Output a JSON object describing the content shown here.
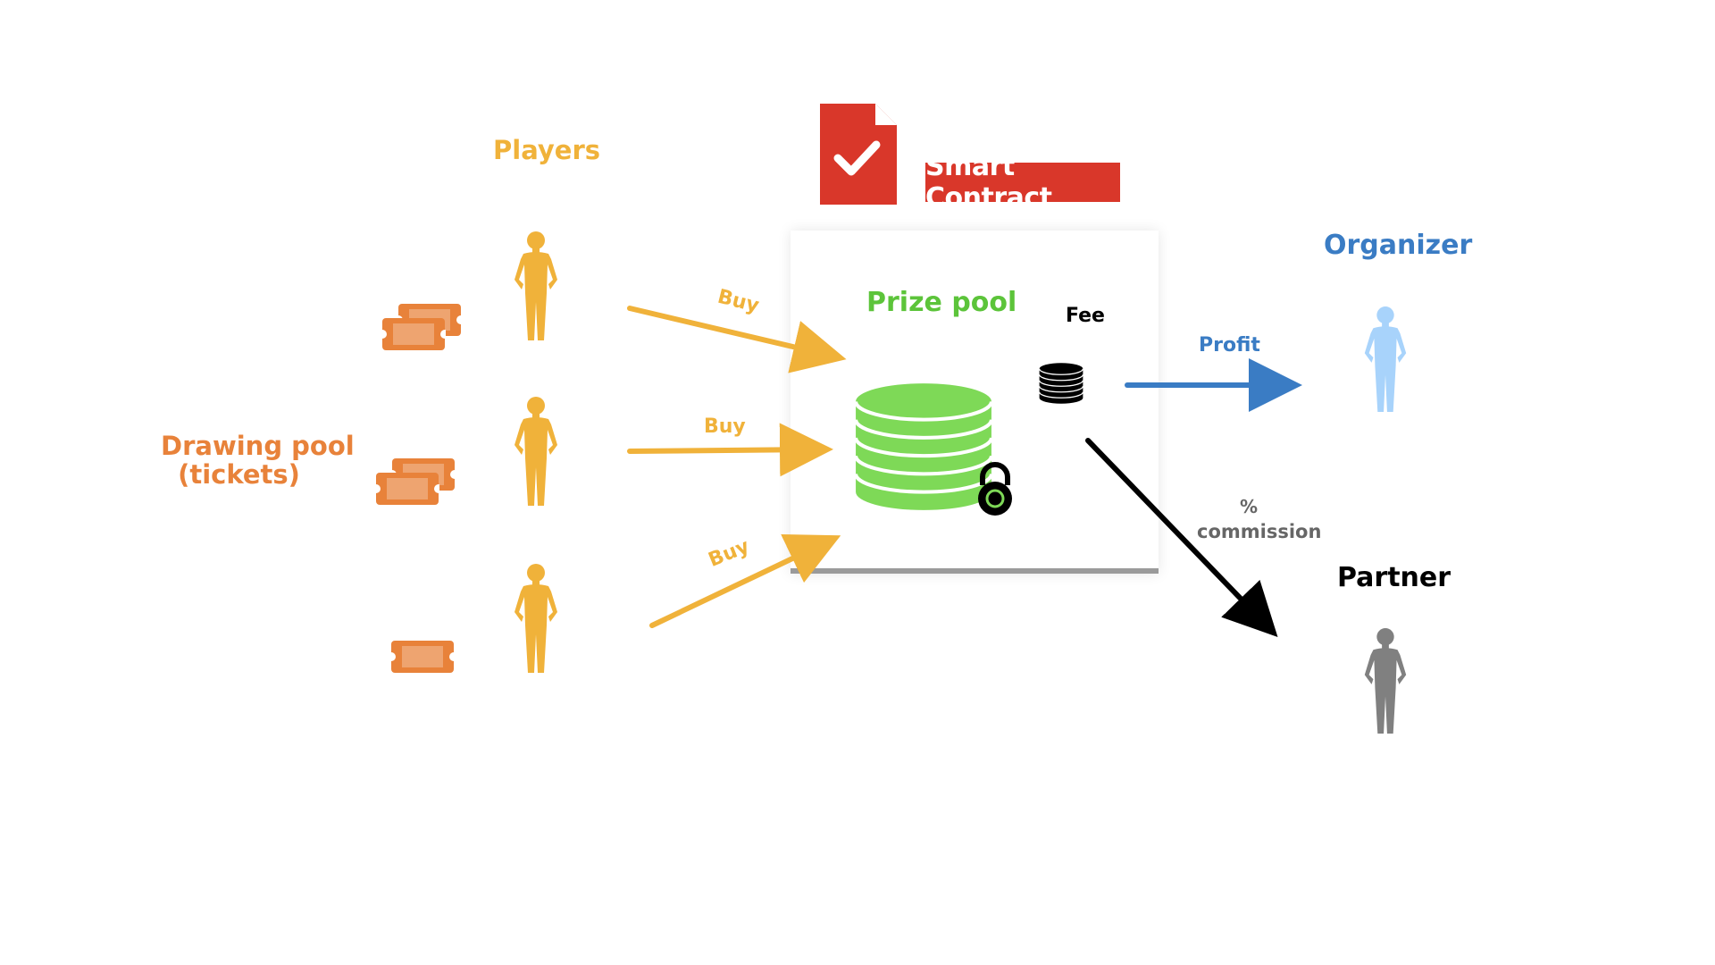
{
  "colors": {
    "player": "#f0b23a",
    "ticket": "#e8823a",
    "drawing_pool": "#e8823a",
    "prize": "#7ed957",
    "prize_text": "#5cc43a",
    "contract_red": "#d9372a",
    "organizer": "#a8d3fb",
    "organizer_text": "#3a7cc4",
    "profit_arrow": "#3a7cc4",
    "partner": "#808080",
    "black": "#000000",
    "commission_text": "#666666"
  },
  "labels": {
    "players": "Players",
    "drawing_pool_line1": "Drawing pool",
    "drawing_pool_line2": "(tickets)",
    "buy_1": "Buy",
    "buy_2": "Buy",
    "buy_3": "Buy",
    "smart_contract": "Smart Contract",
    "prize_pool": "Prize pool",
    "fee": "Fee",
    "profit": "Profit",
    "organizer": "Organizer",
    "percent": "%",
    "commission": "commission",
    "partner": "Partner"
  },
  "icons": {
    "document": "document-check-icon",
    "coins_large": "coin-stack-icon",
    "coins_small": "coin-stack-icon",
    "lock": "padlock-icon",
    "person": "person-icon",
    "ticket": "ticket-icon"
  },
  "players_ticket_counts": [
    2,
    2,
    1
  ]
}
